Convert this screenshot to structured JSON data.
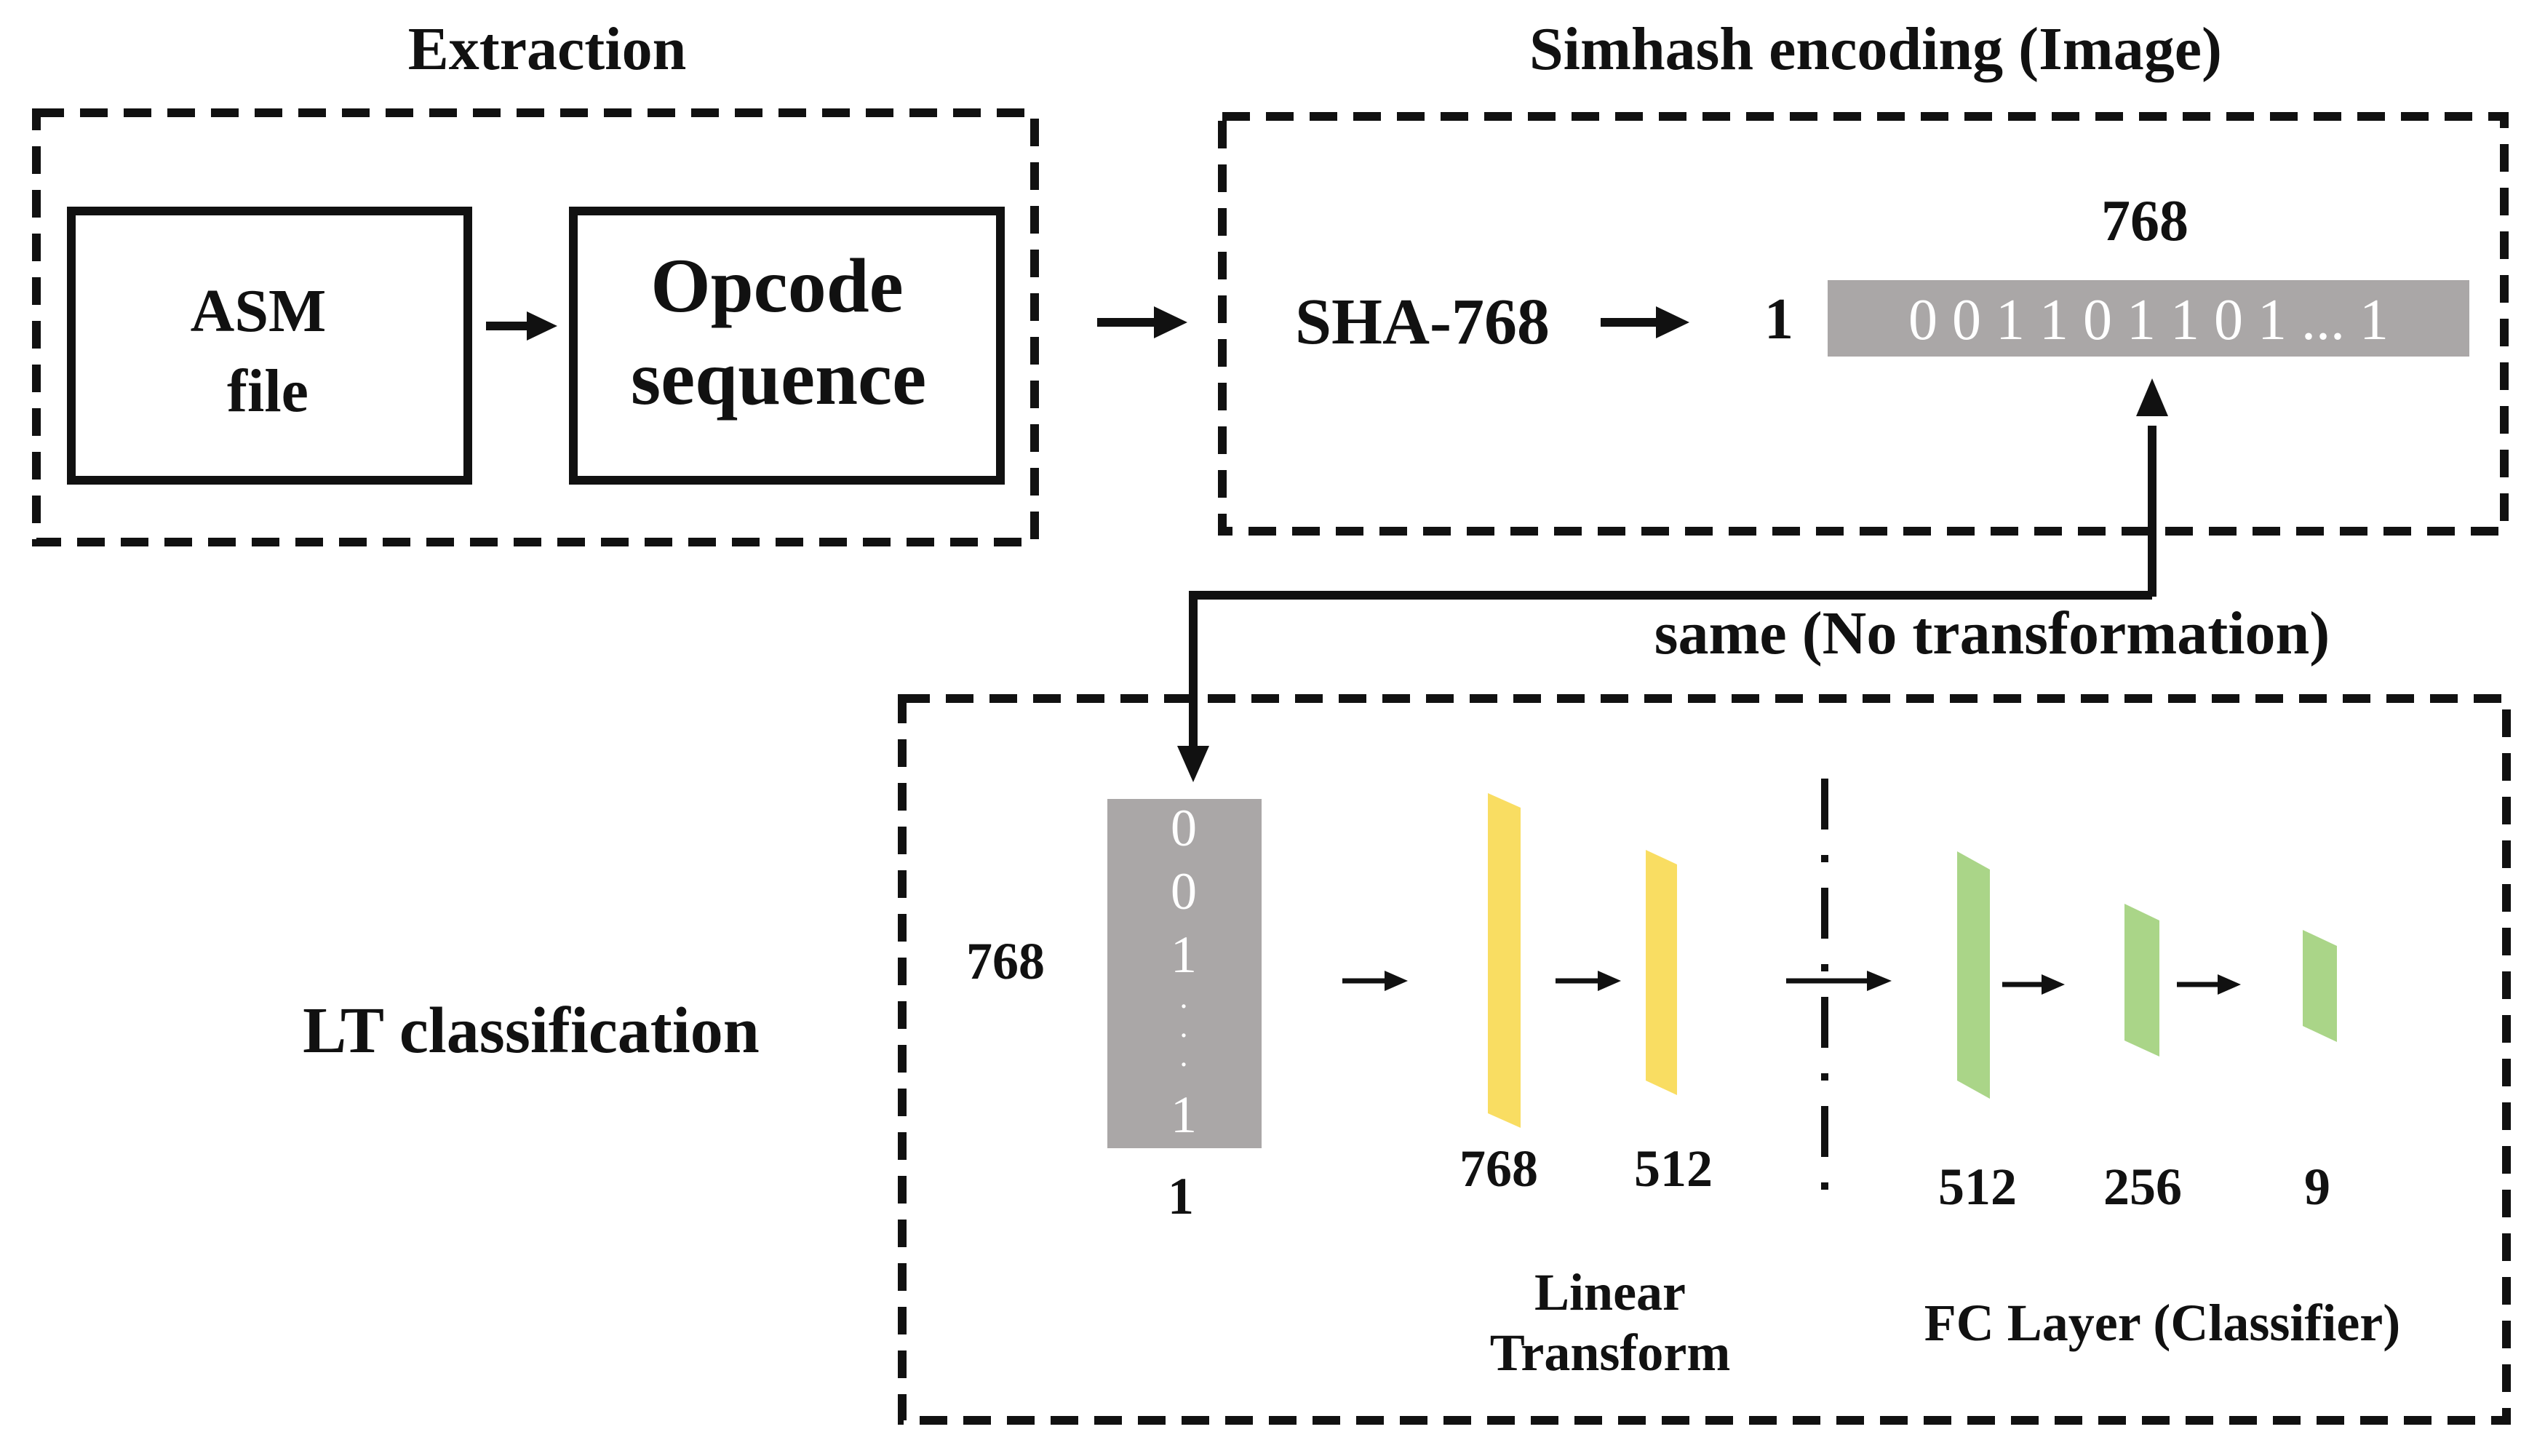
{
  "colors": {
    "vector_fill": "#aaa7a7",
    "vector_text": "#ffffff",
    "linear_layer": "#f9dd62",
    "fc_layer": "#aad588"
  },
  "extraction": {
    "title": "Extraction",
    "asm_line1": "ASM",
    "asm_line2": "file",
    "opcode_line1": "Opcode",
    "opcode_line2": "sequence"
  },
  "simhash": {
    "title": "Simhash encoding (Image)",
    "sha_label": "SHA-768",
    "row_dim": "1",
    "col_dim": "768",
    "bits": "0 0 1 1 0 1 1 0 1 ... 1"
  },
  "connector": {
    "label": "same (No transformation)"
  },
  "classification": {
    "title": "LT classification",
    "vector_height": "768",
    "vector_width": "1",
    "vector_bits": [
      "0",
      "0",
      "1",
      ".",
      ".",
      ".",
      "1"
    ],
    "linear_layers": [
      "768",
      "512"
    ],
    "linear_caption_line1": "Linear",
    "linear_caption_line2": "Transform",
    "fc_layers": [
      "512",
      "256",
      "9"
    ],
    "fc_caption": "FC Layer (Classifier)"
  }
}
